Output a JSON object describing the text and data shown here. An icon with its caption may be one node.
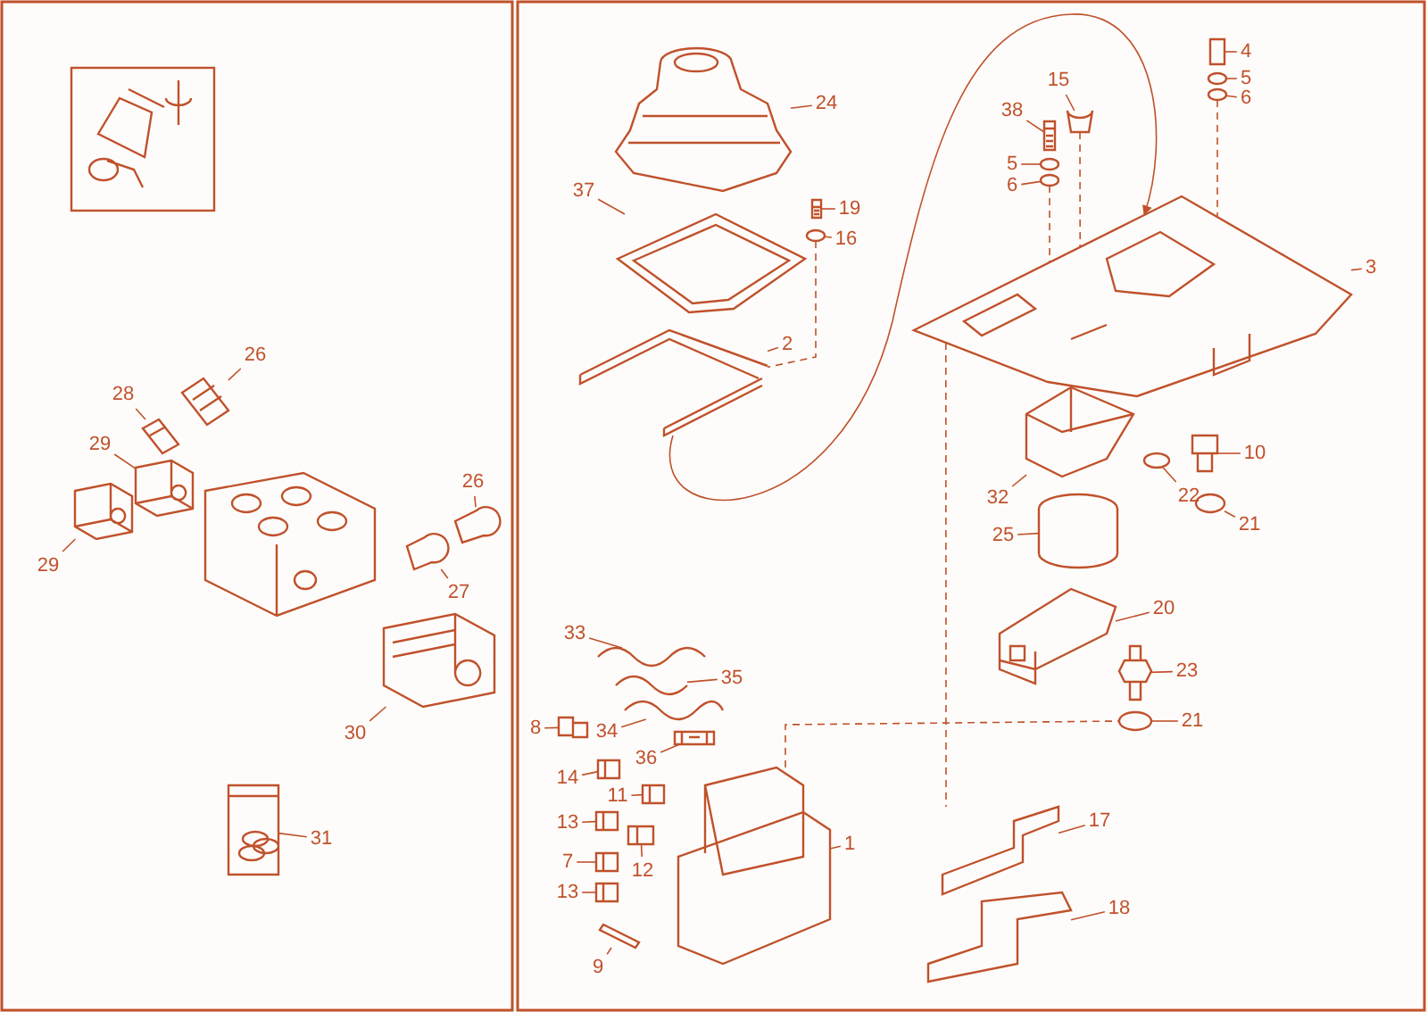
{
  "diagram": {
    "nodes": [
      {
        "text": [
          "26"
        ]
      },
      {
        "text": [
          "28"
        ]
      },
      {
        "text": [
          "29"
        ]
      },
      {
        "text": [
          "29"
        ]
      },
      {
        "text": [
          "26"
        ]
      },
      {
        "text": [
          "27"
        ]
      },
      {
        "text": [
          "30"
        ]
      },
      {
        "text": [
          "31"
        ]
      },
      {
        "text": [
          "24"
        ]
      },
      {
        "text": [
          "37"
        ]
      },
      {
        "text": [
          "19"
        ]
      },
      {
        "text": [
          "16"
        ]
      },
      {
        "text": [
          "2"
        ]
      },
      {
        "text": [
          "15"
        ]
      },
      {
        "text": [
          "38"
        ]
      },
      {
        "text": [
          "5"
        ]
      },
      {
        "text": [
          "6"
        ]
      },
      {
        "text": [
          "4"
        ]
      },
      {
        "text": [
          "5"
        ]
      },
      {
        "text": [
          "6"
        ]
      },
      {
        "text": [
          "3"
        ]
      },
      {
        "text": [
          "32"
        ]
      },
      {
        "text": [
          "22"
        ]
      },
      {
        "text": [
          "10"
        ]
      },
      {
        "text": [
          "21"
        ]
      },
      {
        "text": [
          "25"
        ]
      },
      {
        "text": [
          "20"
        ]
      },
      {
        "text": [
          "23"
        ]
      },
      {
        "text": [
          "21"
        ]
      },
      {
        "text": [
          "17"
        ]
      },
      {
        "text": [
          "18"
        ]
      },
      {
        "text": [
          "1"
        ]
      },
      {
        "text": [
          "33"
        ]
      },
      {
        "text": [
          "35"
        ]
      },
      {
        "text": [
          "34"
        ]
      },
      {
        "text": [
          "8"
        ]
      },
      {
        "text": [
          "14"
        ]
      },
      {
        "text": [
          "36"
        ]
      },
      {
        "text": [
          "11"
        ]
      },
      {
        "text": [
          "13"
        ]
      },
      {
        "text": [
          "12"
        ]
      },
      {
        "text": [
          "7"
        ]
      },
      {
        "text": [
          "13"
        ]
      },
      {
        "text": [
          "9"
        ]
      },
      {
        "text": [],
        "shape": "picture"
      },
      {
        "text": [],
        "shape": "picture"
      },
      {
        "text": [],
        "shape": "picture"
      },
      {
        "text": [],
        "shape": "picture"
      },
      {
        "text": [],
        "shape": "picture"
      },
      {
        "text": [],
        "shape": "picture"
      },
      {
        "text": [],
        "shape": "picture"
      },
      {
        "text": [],
        "shape": "picture"
      },
      {
        "text": [],
        "shape": "picture"
      },
      {
        "text": [],
        "shape": "picture"
      },
      {
        "text": [],
        "shape": "picture"
      },
      {
        "text": [],
        "shape": "picture"
      },
      {
        "text": [],
        "shape": "picture"
      },
      {
        "text": [],
        "shape": "picture"
      },
      {
        "text": [],
        "shape": "picture"
      },
      {
        "text": [],
        "shape": "picture"
      },
      {
        "text": [],
        "shape": "picture"
      },
      {
        "text": [],
        "shape": "picture"
      },
      {
        "text": [],
        "shape": "picture"
      },
      {
        "text": [],
        "shape": "picture"
      },
      {
        "text": [],
        "shape": "picture"
      },
      {
        "text": [],
        "shape": "picture"
      },
      {
        "text": [],
        "shape": "picture"
      },
      {
        "text": [],
        "shape": "picture"
      },
      {
        "text": [],
        "shape": "picture"
      },
      {
        "text": [],
        "shape": "picture"
      },
      {
        "text": [],
        "shape": "picture"
      },
      {
        "text": [],
        "shape": "picture"
      },
      {
        "text": [],
        "shape": "picture"
      },
      {
        "text": [],
        "shape": "picture"
      },
      {
        "text": [],
        "shape": "picture"
      },
      {
        "text": [],
        "shape": "picture"
      },
      {
        "text": [],
        "shape": "picture"
      },
      {
        "text": [],
        "shape": "picture"
      },
      {
        "text": [],
        "shape": "picture"
      },
      {
        "text": [],
        "shape": "picture"
      },
      {
        "text": [],
        "shape": "picture"
      },
      {
        "text": [],
        "shape": "picture"
      },
      {
        "text": [],
        "shape": "picture"
      },
      {
        "text": [],
        "shape": "picture"
      },
      {
        "text": [],
        "shape": "picture"
      },
      {
        "text": [],
        "shape": "picture"
      },
      {
        "text": [],
        "shape": "picture"
      },
      {
        "text": [],
        "shape": "picture"
      }
    ],
    "edges": [
      {
        "from": 0,
        "to": 44,
        "arrow": "none"
      },
      {
        "from": 1,
        "to": 45,
        "arrow": "none"
      },
      {
        "from": 2,
        "to": 46,
        "arrow": "none"
      },
      {
        "from": 3,
        "to": 47,
        "arrow": "none"
      },
      {
        "from": 4,
        "to": 48,
        "arrow": "none"
      },
      {
        "from": 5,
        "to": 49,
        "arrow": "none"
      },
      {
        "from": 6,
        "to": 50,
        "arrow": "none"
      },
      {
        "from": 7,
        "to": 51,
        "arrow": "none"
      },
      {
        "from": 8,
        "to": 52,
        "arrow": "none"
      },
      {
        "from": 9,
        "to": 53,
        "arrow": "none"
      },
      {
        "from": 10,
        "to": 54,
        "arrow": "none"
      },
      {
        "from": 11,
        "to": 55,
        "arrow": "none"
      },
      {
        "from": 12,
        "to": 56,
        "arrow": "none"
      },
      {
        "from": 13,
        "to": 57,
        "arrow": "none"
      },
      {
        "from": 14,
        "to": 58,
        "arrow": "none"
      },
      {
        "from": 15,
        "to": 59,
        "arrow": "none"
      },
      {
        "from": 16,
        "to": 60,
        "arrow": "none"
      },
      {
        "from": 17,
        "to": 61,
        "arrow": "none"
      },
      {
        "from": 18,
        "to": 62,
        "arrow": "none"
      },
      {
        "from": 19,
        "to": 63,
        "arrow": "none"
      },
      {
        "from": 20,
        "to": 64,
        "arrow": "none"
      },
      {
        "from": 21,
        "to": 65,
        "arrow": "none"
      },
      {
        "from": 22,
        "to": 66,
        "arrow": "none"
      },
      {
        "from": 23,
        "to": 67,
        "arrow": "none"
      },
      {
        "from": 24,
        "to": 68,
        "arrow": "none"
      },
      {
        "from": 25,
        "to": 69,
        "arrow": "none"
      },
      {
        "from": 26,
        "to": 70,
        "arrow": "none"
      },
      {
        "from": 27,
        "to": 71,
        "arrow": "none"
      },
      {
        "from": 28,
        "to": 72,
        "arrow": "none"
      },
      {
        "from": 29,
        "to": 73,
        "arrow": "none"
      },
      {
        "from": 30,
        "to": 74,
        "arrow": "none"
      },
      {
        "from": 31,
        "to": 75,
        "arrow": "none"
      },
      {
        "from": 32,
        "to": 76,
        "arrow": "none"
      },
      {
        "from": 33,
        "to": 77,
        "arrow": "none"
      },
      {
        "from": 34,
        "to": 78,
        "arrow": "none"
      },
      {
        "from": 35,
        "to": 79,
        "arrow": "none"
      },
      {
        "from": 36,
        "to": 80,
        "arrow": "none"
      },
      {
        "from": 37,
        "to": 81,
        "arrow": "none"
      },
      {
        "from": 38,
        "to": 82,
        "arrow": "none"
      },
      {
        "from": 39,
        "to": 83,
        "arrow": "none"
      },
      {
        "from": 40,
        "to": 84,
        "arrow": "none"
      },
      {
        "from": 41,
        "to": 85,
        "arrow": "none"
      },
      {
        "from": 42,
        "to": 86,
        "arrow": "none"
      },
      {
        "from": 43,
        "to": 87,
        "arrow": "none"
      },
      {
        "from": 55,
        "to": 56,
        "arrow": "none",
        "style": "dashed"
      },
      {
        "from": 57,
        "to": 64,
        "arrow": "none",
        "style": "dashed"
      },
      {
        "from": 60,
        "to": 64,
        "arrow": "none",
        "style": "dashed"
      },
      {
        "from": 63,
        "to": 64,
        "arrow": "none",
        "style": "dashed"
      },
      {
        "from": 64,
        "to": 73,
        "arrow": "none",
        "style": "dashed"
      },
      {
        "from": 75,
        "to": 72,
        "arrow": "none",
        "style": "dashed"
      },
      {
        "from": 56,
        "to": 64,
        "arrow": "to"
      }
    ]
  }
}
